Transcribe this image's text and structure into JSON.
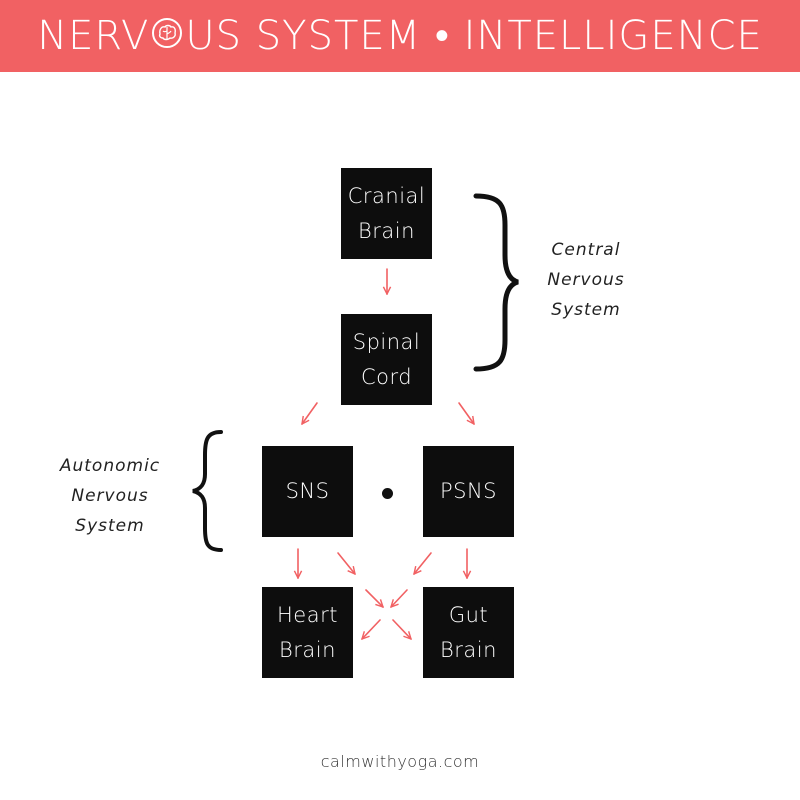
{
  "header": {
    "title_before": "NERV",
    "title_after": "US SYSTEM • INTELLIGENCE",
    "background": "#f16163",
    "icon": "brain-icon"
  },
  "boxes": {
    "cranial_brain": "Cranial\nBrain",
    "spinal_cord": "Spinal\nCord",
    "sns": "SNS",
    "psns": "PSNS",
    "heart_brain": "Heart\nBrain",
    "gut_brain": "Gut\nBrain"
  },
  "labels": {
    "central": "Central\nNervous\nSystem",
    "autonomic": "Autonomic\nNervous\nSystem"
  },
  "colors": {
    "arrow": "#f16163",
    "box": "#0d0d0d"
  },
  "footer": {
    "site": "calmwithyoga.com"
  }
}
